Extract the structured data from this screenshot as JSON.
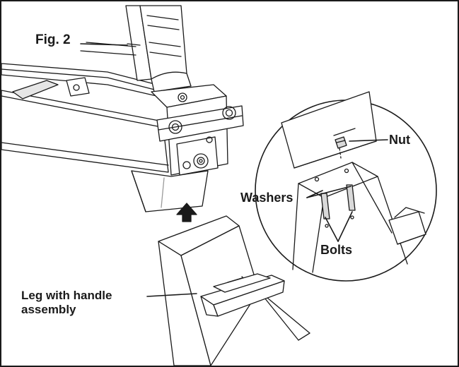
{
  "figure": {
    "title": "Fig. 2"
  },
  "callouts": {
    "leg_line1": "Leg with handle",
    "leg_line2": "assembly",
    "nut": "Nut",
    "washers": "Washers",
    "bolts": "Bolts"
  },
  "colors": {
    "line": "#1a1a1a",
    "shade": "#d9d9d9",
    "background": "#ffffff"
  }
}
